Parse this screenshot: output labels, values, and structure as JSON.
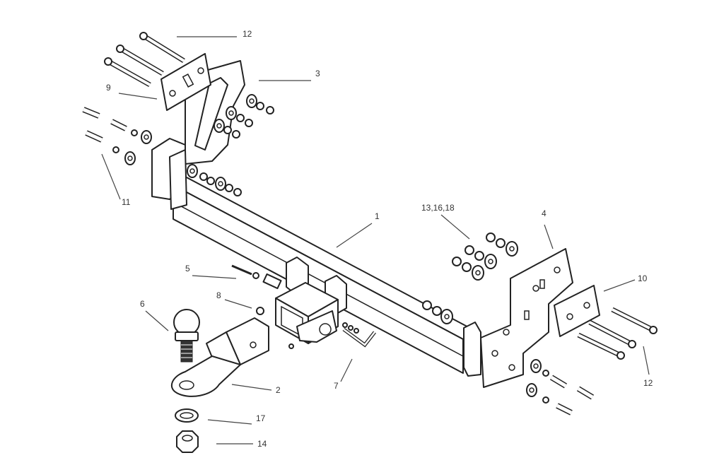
{
  "diagram": {
    "callouts": [
      {
        "id": "c1",
        "text": "1"
      },
      {
        "id": "c2",
        "text": "2"
      },
      {
        "id": "c3",
        "text": "3"
      },
      {
        "id": "c4",
        "text": "4"
      },
      {
        "id": "c5",
        "text": "5"
      },
      {
        "id": "c6",
        "text": "6"
      },
      {
        "id": "c7",
        "text": "7"
      },
      {
        "id": "c8",
        "text": "8"
      },
      {
        "id": "c9",
        "text": "9"
      },
      {
        "id": "c10",
        "text": "10"
      },
      {
        "id": "c11",
        "text": "11"
      },
      {
        "id": "c12a",
        "text": "12"
      },
      {
        "id": "c12b",
        "text": "12"
      },
      {
        "id": "c13",
        "text": "13,16,18"
      },
      {
        "id": "c14",
        "text": "14"
      },
      {
        "id": "c17",
        "text": "17"
      }
    ]
  }
}
